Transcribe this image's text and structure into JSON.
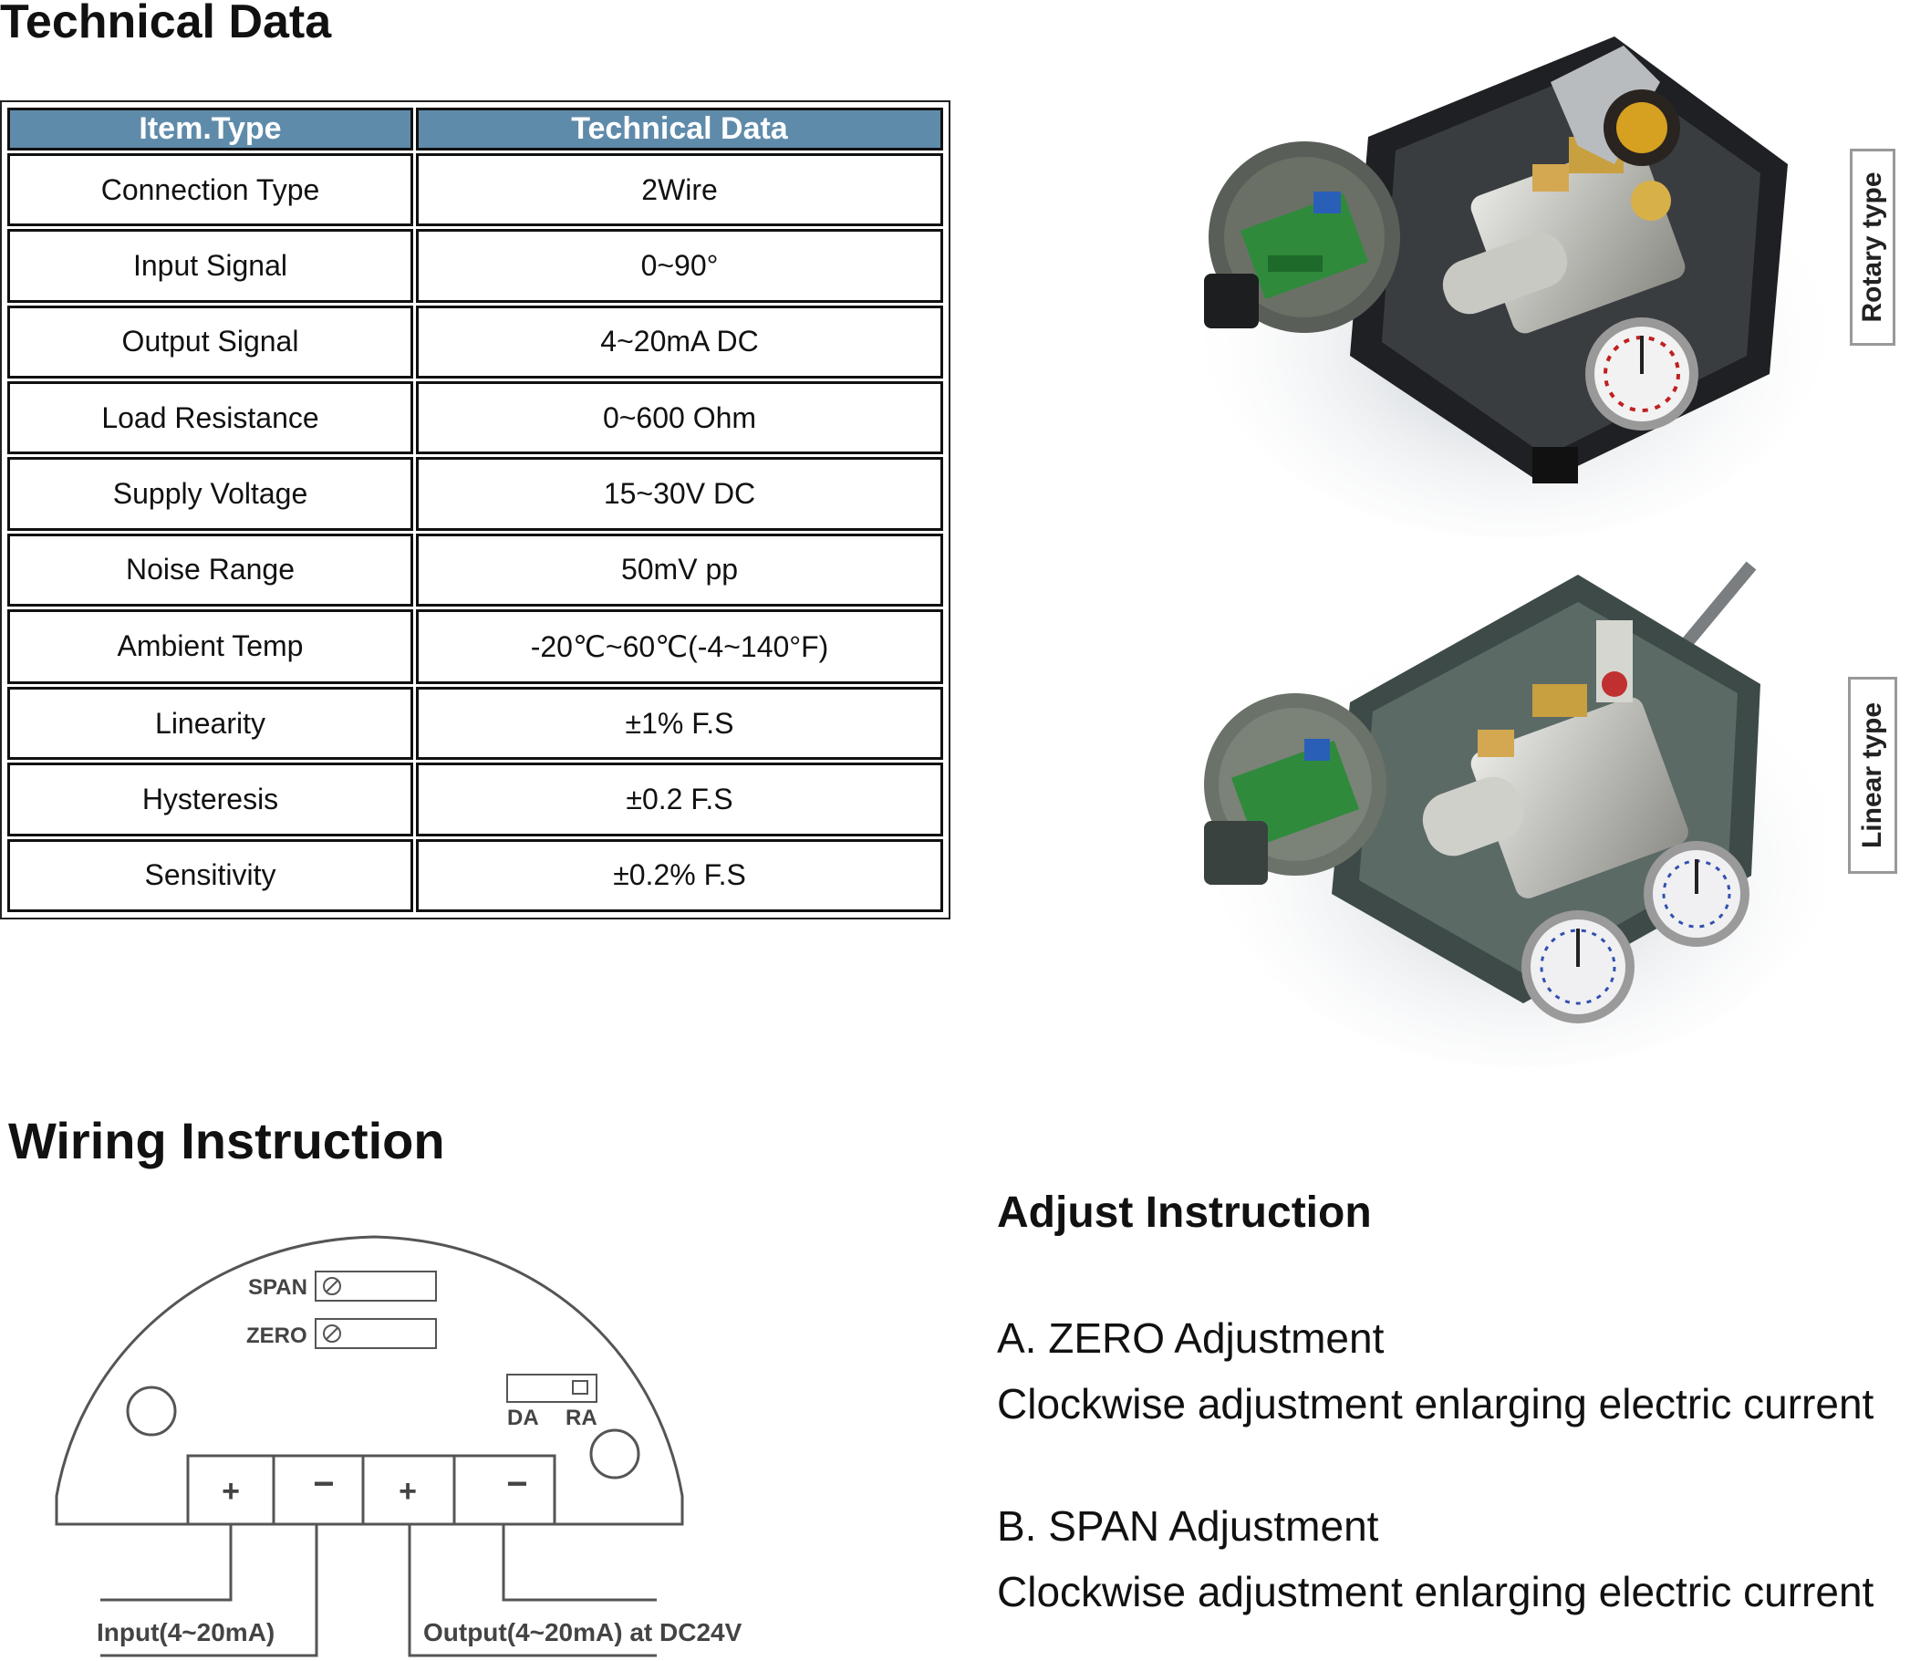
{
  "technical_section": {
    "title": "Technical Data",
    "table": {
      "headers": [
        "Item.Type",
        "Technical Data"
      ],
      "rows": [
        [
          "Connection Type",
          "2Wire"
        ],
        [
          "Input Signal",
          "0~90°"
        ],
        [
          "Output Signal",
          "4~20mA DC"
        ],
        [
          "Load Resistance",
          "0~600 Ohm"
        ],
        [
          "Supply Voltage",
          "15~30V DC"
        ],
        [
          "Noise Range",
          "50mV pp"
        ],
        [
          "Ambient Temp",
          "-20℃~60℃(-4~140°F)"
        ],
        [
          "Linearity",
          "±1% F.S"
        ],
        [
          "Hysteresis",
          "±0.2 F.S"
        ],
        [
          "Sensitivity",
          "±0.2% F.S"
        ]
      ]
    },
    "header_color": "#5f8bab"
  },
  "photos": {
    "rotary_label": "Rotary type",
    "linear_label": "Linear type"
  },
  "wiring_section": {
    "title": "Wiring Instruction",
    "span_label": "SPAN",
    "zero_label": "ZERO",
    "switch_da": "DA",
    "switch_ra": "RA",
    "terminals": [
      "+",
      "−",
      "+",
      "−"
    ],
    "input_label": "Input(4~20mA)",
    "output_label": "Output(4~20mA) at DC24V"
  },
  "adjust_section": {
    "title": "Adjust Instruction",
    "a_heading": "A. ZERO Adjustment",
    "a_text": "Clockwise adjustment enlarging electric current",
    "b_heading": "B. SPAN Adjustment",
    "b_text": "Clockwise adjustment enlarging electric current"
  }
}
